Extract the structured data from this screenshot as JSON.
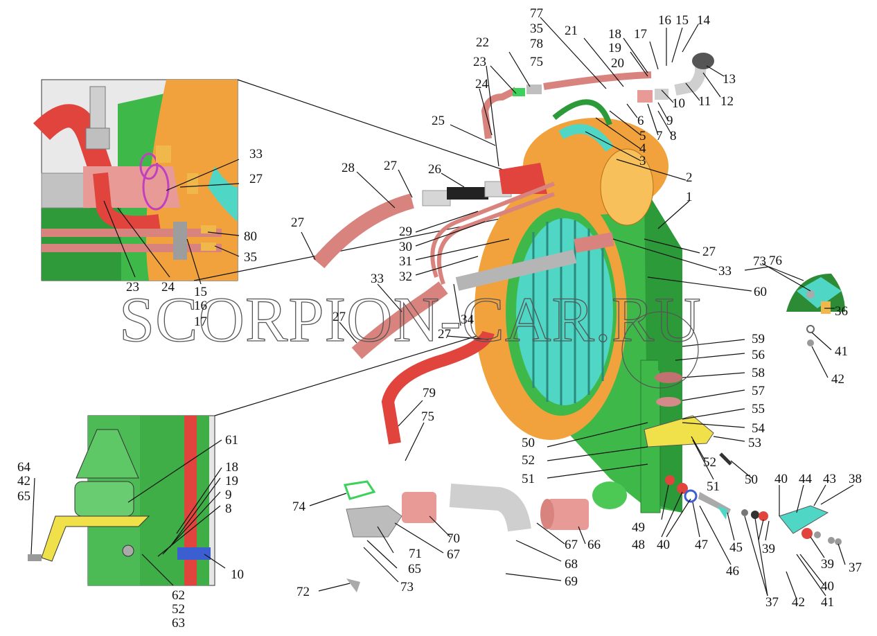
{
  "watermark": "SCORPION-CAR.RU",
  "colors": {
    "frame_green": "#3fb84a",
    "shroud_orange": "#f2a23c",
    "grille_cyan": "#4fd6c4",
    "hose_pink": "#d9837e",
    "hose_red": "#e0443c",
    "pipe_grey": "#b5b5b5",
    "bracket_yellow": "#f0e04a",
    "clamp_green": "#3bd15a"
  },
  "callouts": [
    "1",
    "2",
    "3",
    "4",
    "5",
    "6",
    "7",
    "8",
    "9",
    "10",
    "11",
    "12",
    "13",
    "14",
    "15",
    "16",
    "17",
    "18",
    "19",
    "20",
    "21",
    "22",
    "23",
    "24",
    "25",
    "26",
    "27",
    "28",
    "29",
    "30",
    "31",
    "32",
    "33",
    "34",
    "35",
    "36",
    "37",
    "38",
    "39",
    "40",
    "41",
    "42",
    "43",
    "44",
    "45",
    "46",
    "47",
    "48",
    "49",
    "50",
    "51",
    "52",
    "53",
    "54",
    "55",
    "56",
    "57",
    "58",
    "59",
    "60",
    "61",
    "62",
    "63",
    "64",
    "65",
    "66",
    "67",
    "68",
    "69",
    "70",
    "71",
    "72",
    "73",
    "74",
    "75",
    "76",
    "77",
    "78",
    "79",
    "80"
  ]
}
